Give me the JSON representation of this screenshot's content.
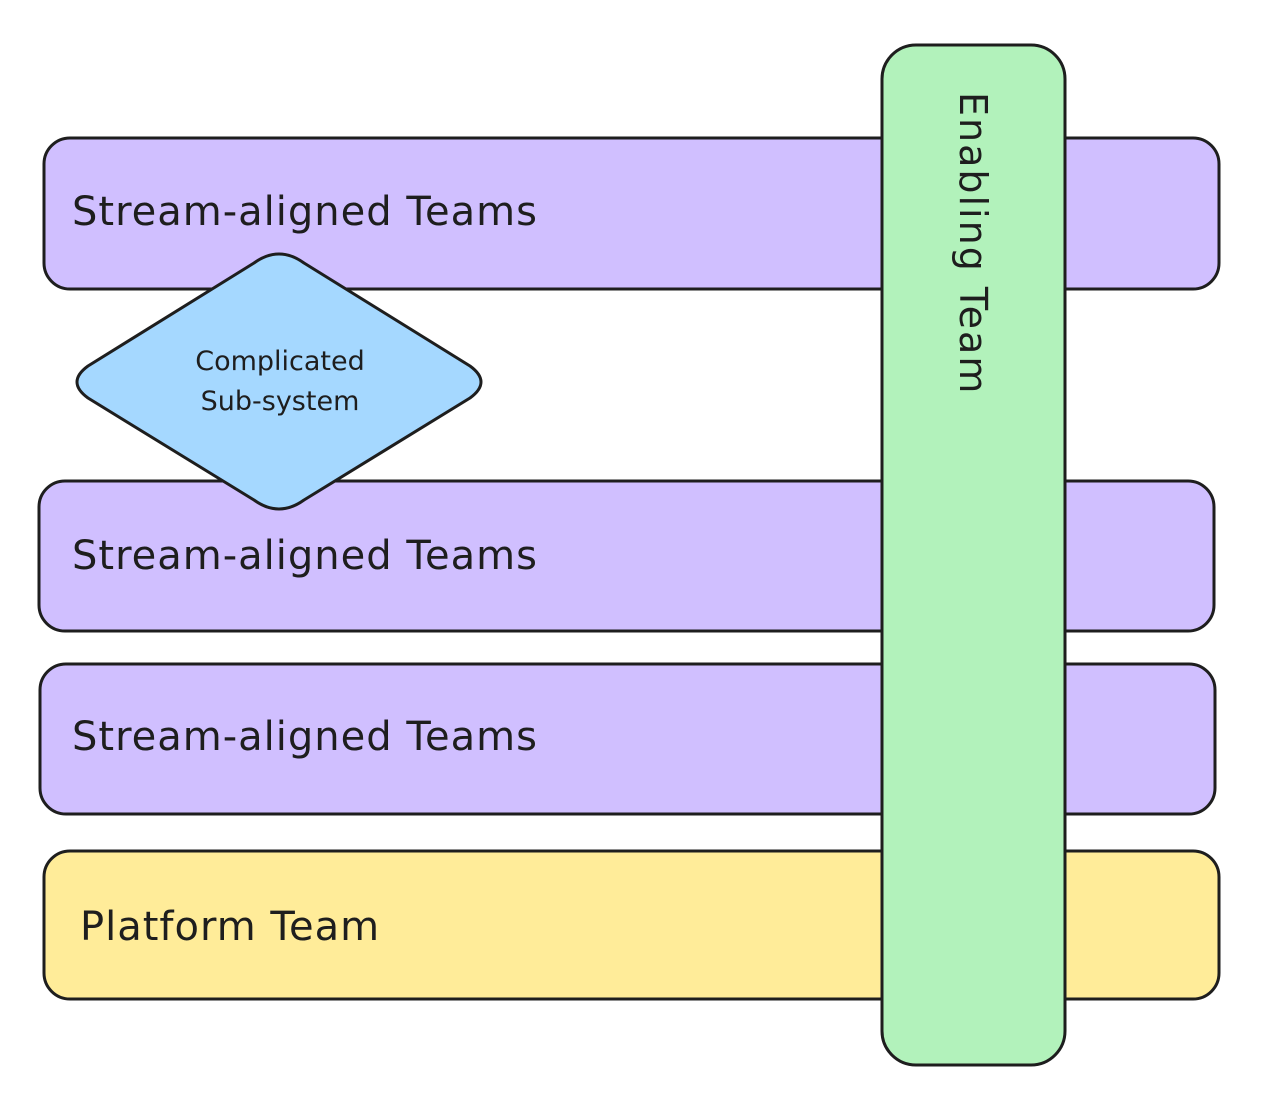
{
  "bands": [
    {
      "id": "stream-1",
      "label": "Stream-aligned Teams",
      "kind": "stream-aligned"
    },
    {
      "id": "stream-2",
      "label": "Stream-aligned Teams",
      "kind": "stream-aligned"
    },
    {
      "id": "stream-3",
      "label": "Stream-aligned Teams",
      "kind": "stream-aligned"
    },
    {
      "id": "platform",
      "label": "Platform Team",
      "kind": "platform"
    }
  ],
  "complicated_subsystem": {
    "label_lines": [
      "Complicated",
      "Sub-system"
    ]
  },
  "enabling_team": {
    "label": "Enabling Team"
  },
  "colors": {
    "stream_aligned": "#d0bfff",
    "platform": "#ffec99",
    "complicated_subsystem": "#a5d8ff",
    "enabling": "#b2f2bb",
    "stroke": "#1e1e1e"
  }
}
